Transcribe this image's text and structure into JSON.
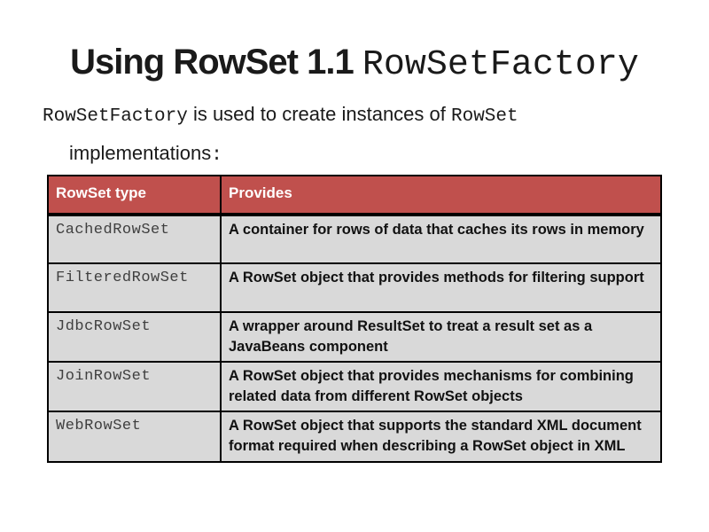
{
  "slide": {
    "title": {
      "text": "Using RowSet 1.1 ",
      "code": "RowSetFactory"
    },
    "subtitle": {
      "code1": "RowSetFactory",
      "text1": " is used to create instances of ",
      "code2": "RowSet",
      "line2_text": "implementations",
      "line2_colon": ":"
    }
  },
  "table": {
    "headers": [
      "RowSet type",
      "Provides"
    ],
    "rows": [
      {
        "type": "CachedRowSet",
        "provides": "A container for rows of data that caches its rows in memory"
      },
      {
        "type": "FilteredRowSet",
        "provides": "A RowSet object that provides methods for filtering support"
      },
      {
        "type": "JdbcRowSet",
        "provides": "A wrapper around ResultSet to treat a result set as a JavaBeans component"
      },
      {
        "type": "JoinRowSet",
        "provides": "A RowSet object that provides mechanisms for combining related data from different RowSet objects"
      },
      {
        "type": "WebRowSet",
        "provides": "A RowSet object that supports the standard XML document format required when describing a RowSet object in XML"
      }
    ]
  },
  "colors": {
    "header_bg": "#C0504D",
    "header_text": "#FFFFFF",
    "row_bg": "#D9D9D9",
    "border": "#000000",
    "type_text": "#3F3F3F",
    "body_text": "#111111",
    "background": "#FFFFFF"
  }
}
